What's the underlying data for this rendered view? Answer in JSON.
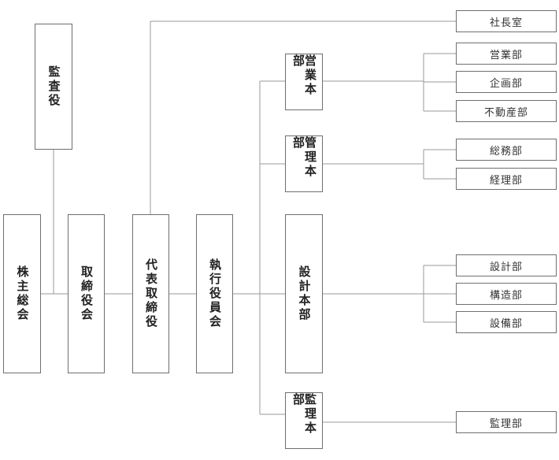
{
  "org": {
    "audit_board": "監査役",
    "shareholders": "株主総会",
    "board": "取締役会",
    "representative": "代表取締役",
    "executive": "執行役員会",
    "president_office": "社長室",
    "divisions": {
      "sales": {
        "name": "営業本部",
        "departments": [
          "営業部",
          "企画部",
          "不動産部"
        ]
      },
      "admin": {
        "name": "管理本部",
        "departments": [
          "総務部",
          "経理部"
        ]
      },
      "design": {
        "name": "設計本部",
        "departments": [
          "設計部",
          "構造部",
          "設備部"
        ]
      },
      "supervision": {
        "name": "監理本部",
        "departments": [
          "監理部"
        ]
      }
    }
  }
}
